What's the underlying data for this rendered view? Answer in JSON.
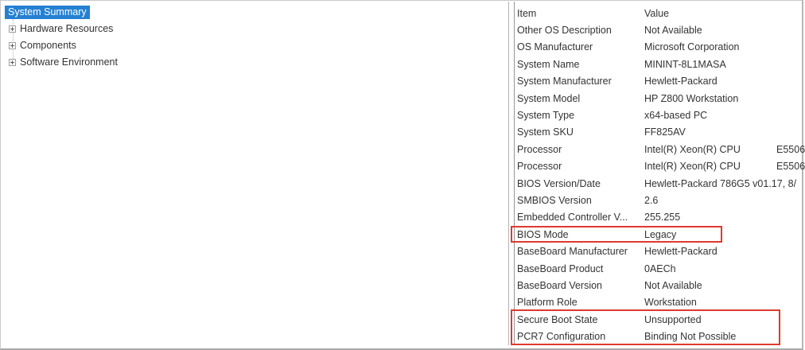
{
  "colors": {
    "selection_blue": "#2580d2",
    "warning_olive": "#767600",
    "highlight_red": "#dd3a2e"
  },
  "tree": {
    "items": [
      {
        "label": "System Summary",
        "selected": true,
        "expandable": false
      },
      {
        "label": "Hardware Resources",
        "selected": false,
        "expandable": true
      },
      {
        "label": "Components",
        "selected": false,
        "expandable": true
      },
      {
        "label": "Software Environment",
        "selected": false,
        "expandable": true
      }
    ]
  },
  "list": {
    "columns": [
      "Item",
      "Value"
    ],
    "rows": [
      {
        "item": "Other OS Description",
        "value": "Not Available"
      },
      {
        "item": "OS Manufacturer",
        "value": "Microsoft Corporation"
      },
      {
        "item": "System Name",
        "value": "MININT-8L1MASA"
      },
      {
        "item": "System Manufacturer",
        "value": "Hewlett-Packard"
      },
      {
        "item": "System Model",
        "value": "HP Z800 Workstation"
      },
      {
        "item": "System Type",
        "value": "x64-based PC"
      },
      {
        "item": "System SKU",
        "value": "FF825AV"
      },
      {
        "item": "Processor",
        "value": "Intel(R) Xeon(R) CPU             E5506"
      },
      {
        "item": "Processor",
        "value": "Intel(R) Xeon(R) CPU             E5506"
      },
      {
        "item": "BIOS Version/Date",
        "value": "Hewlett-Packard 786G5 v01.17, 8/"
      },
      {
        "item": "SMBIOS Version",
        "value": "2.6"
      },
      {
        "item": "Embedded Controller V...",
        "value": "255.255"
      },
      {
        "item": "BIOS Mode",
        "value": "Legacy",
        "value_color": "olive",
        "boxed": "bios"
      },
      {
        "item": "BaseBoard Manufacturer",
        "value": "Hewlett-Packard"
      },
      {
        "item": "BaseBoard Product",
        "value": "0AECh"
      },
      {
        "item": "BaseBoard Version",
        "value": "Not Available"
      },
      {
        "item": "Platform Role",
        "value": "Workstation"
      },
      {
        "item": "Secure Boot State",
        "value": "Unsupported",
        "row_color": "olive",
        "boxed": "secure"
      },
      {
        "item": "PCR7 Configuration",
        "value": "Binding Not Possible",
        "row_color": "olive",
        "boxed": "secure"
      }
    ]
  }
}
